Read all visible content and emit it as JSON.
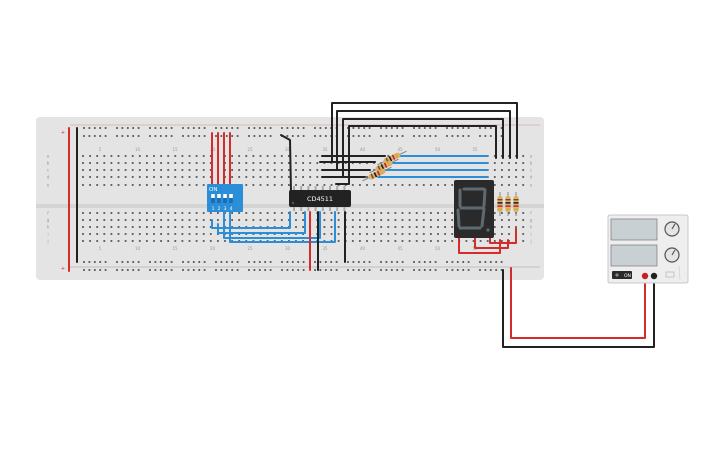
{
  "workspace": {
    "background_color": "#ffffff"
  },
  "breadboard": {
    "color": "#e4e4e4",
    "rail_positive_color": "#d62b2b",
    "rail_negative_color": "#333333",
    "rail_markers": {
      "plus": "+",
      "minus": "-"
    },
    "column_numbers_top": [
      "5",
      "10",
      "15",
      "20",
      "25",
      "30",
      "35",
      "40",
      "45",
      "50",
      "55"
    ],
    "column_numbers_bottom": [
      "5",
      "10",
      "15",
      "20",
      "25",
      "30",
      "35",
      "40",
      "45",
      "50",
      "55"
    ],
    "row_letters_top": [
      "a",
      "b",
      "c",
      "d",
      "e"
    ],
    "row_letters_bottom": [
      "f",
      "g",
      "h",
      "i",
      "j"
    ]
  },
  "dip_switch": {
    "on_label": "ON",
    "switch_numbers": [
      "1",
      "2",
      "3",
      "4"
    ],
    "color": "#2a8ed8"
  },
  "ic": {
    "label": "CD4511",
    "color": "#222222"
  },
  "seven_segment": {
    "displayed_digit": "8",
    "color": "#2a2a2a",
    "segment_color": "#5f6a70"
  },
  "resistors": {
    "count_diagonal": 3,
    "count_vertical": 3,
    "color": "#d8b070"
  },
  "power_supply": {
    "body_color": "#eeeeee",
    "display_color": "#c8d0d4",
    "positive_terminal_color": "#c62020",
    "negative_terminal_color": "#222222",
    "button_label": "ON",
    "icon_name": "power-supply-icon"
  },
  "wires": {
    "red": "#d62b2b",
    "black": "#222222",
    "blue": "#2a8ed8"
  }
}
